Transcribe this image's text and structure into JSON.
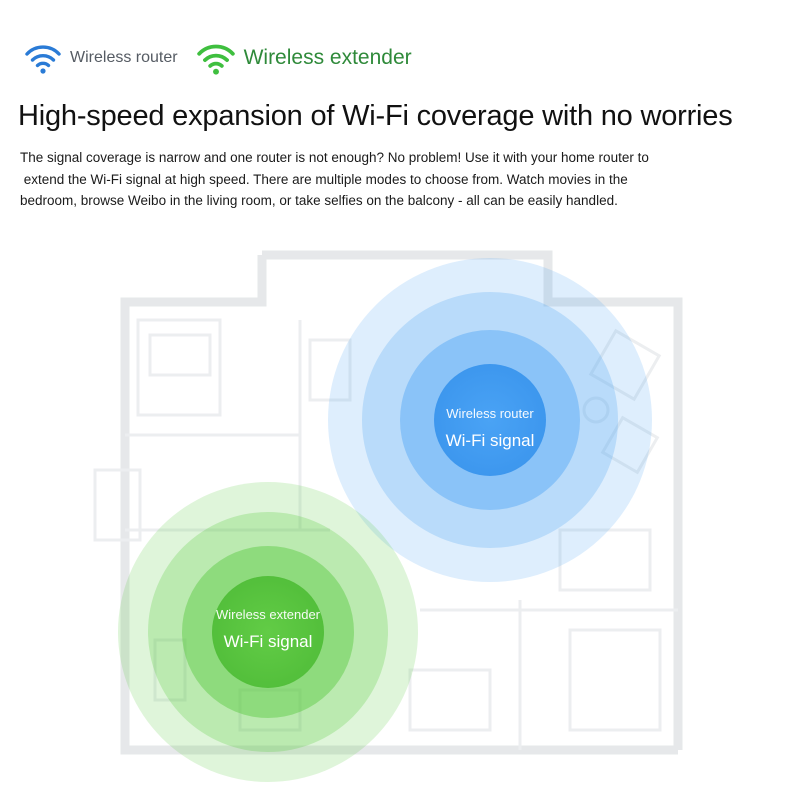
{
  "legend": {
    "router": {
      "label": "Wireless router",
      "icon": "wifi-icon",
      "color": "#2a7bd6"
    },
    "extender": {
      "label": "Wireless extender",
      "icon": "wifi-icon",
      "color": "#3fbf3f"
    }
  },
  "headline": "High-speed expansion of Wi-Fi coverage with no worries",
  "description": {
    "line1": "The signal coverage is narrow and one router is not enough? No problem! Use it with your home router to",
    "line2": " extend the Wi-Fi signal at high speed. There are multiple modes to choose from. Watch movies in the",
    "line3": "bedroom, browse Weibo in the living room, or take selfies on the balcony - all can be easily handled."
  },
  "router_signal": {
    "title": "Wireless router",
    "subtitle": "Wi-Fi signal",
    "color": "#4aa3f5"
  },
  "extender_signal": {
    "title": "Wireless extender",
    "subtitle": "Wi-Fi signal",
    "color": "#5fcb45"
  }
}
